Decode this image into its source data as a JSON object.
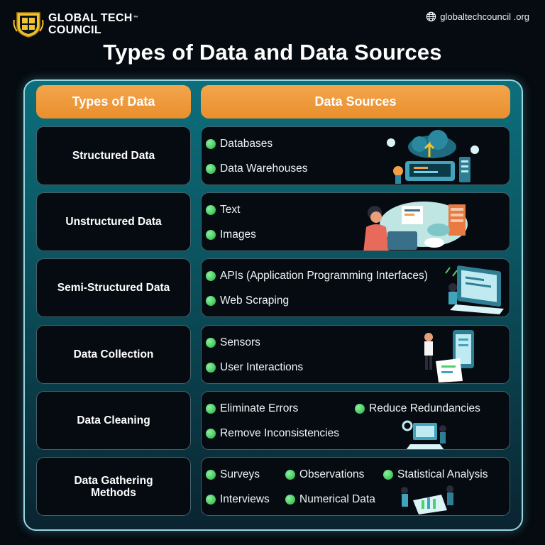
{
  "brand": {
    "line1": "GLOBAL TECH",
    "tm": "™",
    "line2": "COUNCIL",
    "site": "globaltechcouncil .org"
  },
  "title": "Types of Data and Data Sources",
  "headers": {
    "left": "Types of Data",
    "right": "Data Sources"
  },
  "rows": [
    {
      "type": "Structured Data",
      "sources": [
        "Databases",
        "Data Warehouses"
      ]
    },
    {
      "type": "Unstructured Data",
      "sources": [
        "Text",
        "Images"
      ]
    },
    {
      "type": "Semi-Structured Data",
      "sources": [
        "APIs (Application Programming Interfaces)",
        "Web Scraping"
      ]
    },
    {
      "type": "Data Collection",
      "sources": [
        "Sensors",
        "User Interactions"
      ]
    },
    {
      "type": "Data Cleaning",
      "sources": [
        "Eliminate Errors",
        "Reduce Redundancies",
        "Remove Inconsistencies"
      ]
    },
    {
      "type": "Data Gathering\nMethods",
      "sources": [
        "Surveys",
        "Observations",
        "Statistical Analysis",
        "Interviews",
        "Numerical Data"
      ]
    }
  ],
  "colors": {
    "accent": "#e98f2e",
    "panel": "#0b5763",
    "bullet": "#4fd06a",
    "cell": "#050b10"
  },
  "icons": [
    "globe-icon",
    "gtc-seal-logo",
    "cloud-data-illustration",
    "developer-illustration",
    "laptop-api-illustration",
    "phone-receipt-illustration",
    "data-cleaning-illustration",
    "data-analysis-illustration"
  ]
}
